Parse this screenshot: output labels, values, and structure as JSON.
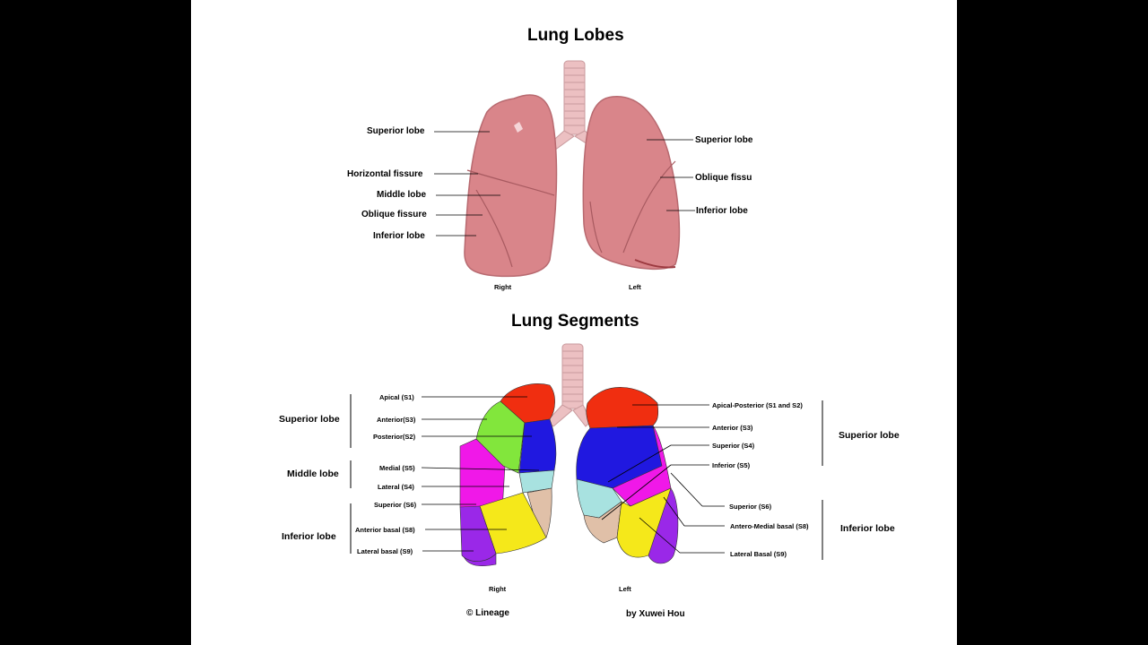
{
  "lobes": {
    "title": "Lung Lobes",
    "right_labels": [
      "Superior lobe",
      "Horizontal fissure",
      "Middle lobe",
      "Oblique fissure",
      "Inferior lobe"
    ],
    "left_labels": [
      "Superior lobe",
      "Oblique fissu",
      "Inferior lobe"
    ],
    "side_right": "Right",
    "side_left": "Left"
  },
  "segments": {
    "title": "Lung Segments",
    "right_labels": [
      "Apical (S1)",
      "Anterior(S3)",
      "Posterior(S2)",
      "Medial (S5)",
      "Lateral (S4)",
      "Superior (S6)",
      "Anterior basal (S8)",
      "Lateral basal (S9)"
    ],
    "left_labels": [
      "Apical-Posterior (S1 and S2)",
      "Anterior (S3)",
      "Superior (S4)",
      "Inferior (S5)",
      "Superior (S6)",
      "Antero-Medial basal (S8)",
      "Lateral Basal (S9)"
    ],
    "right_groups": [
      "Superior lobe",
      "Middle lobe",
      "Inferior lobe"
    ],
    "left_groups": [
      "Superior lobe",
      "Inferior lobe"
    ],
    "side_right": "Right",
    "side_left": "Left"
  },
  "footer": {
    "copyright": "© Lineage",
    "author": "by Xuwei Hou"
  },
  "colors": {
    "lung": "#d9858a",
    "trachea": "#ecc0c2",
    "apical": "#f02e10",
    "anterior_right": "#82e63c",
    "posterior": "#2018e0",
    "lateral": "#f018e8",
    "medial": "#a8e2e0",
    "basal_post": "#e0c0a8",
    "anterior_basal": "#f5e81a",
    "lateral_basal": "#9a28e8"
  }
}
